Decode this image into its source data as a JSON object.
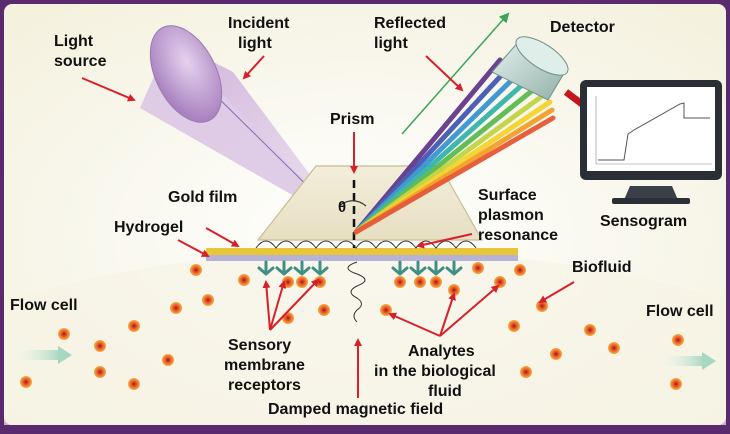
{
  "labels": {
    "light_source_1": "Light",
    "light_source_2": "source",
    "incident_1": "Incident",
    "incident_2": "light",
    "reflected_1": "Reflected",
    "reflected_2": "light",
    "detector": "Detector",
    "prism": "Prism",
    "theta": "θ",
    "gold_film": "Gold film",
    "hydrogel": "Hydrogel",
    "spr_1": "Surface",
    "spr_2": "plasmon",
    "spr_3": "resonance",
    "sensogram": "Sensogram",
    "biofluid": "Biofluid",
    "flow_cell_left": "Flow cell",
    "flow_cell_right": "Flow cell",
    "receptors_1": "Sensory",
    "receptors_2": "membrane",
    "receptors_3": "receptors",
    "analytes_1": "Analytes",
    "analytes_2": "in the biological",
    "analytes_3": "fluid",
    "damped": "Damped magnetic field"
  },
  "colors": {
    "frame": "#5a2a6e",
    "panel": "#fbfaf0",
    "arrow": "#d8202a",
    "gold": "#e8c63a",
    "hydrogel": "#b7b3d6",
    "receptor": "#3f8f86",
    "analyte_fill": "#e8502a",
    "analyte_ring": "#f5b041"
  }
}
